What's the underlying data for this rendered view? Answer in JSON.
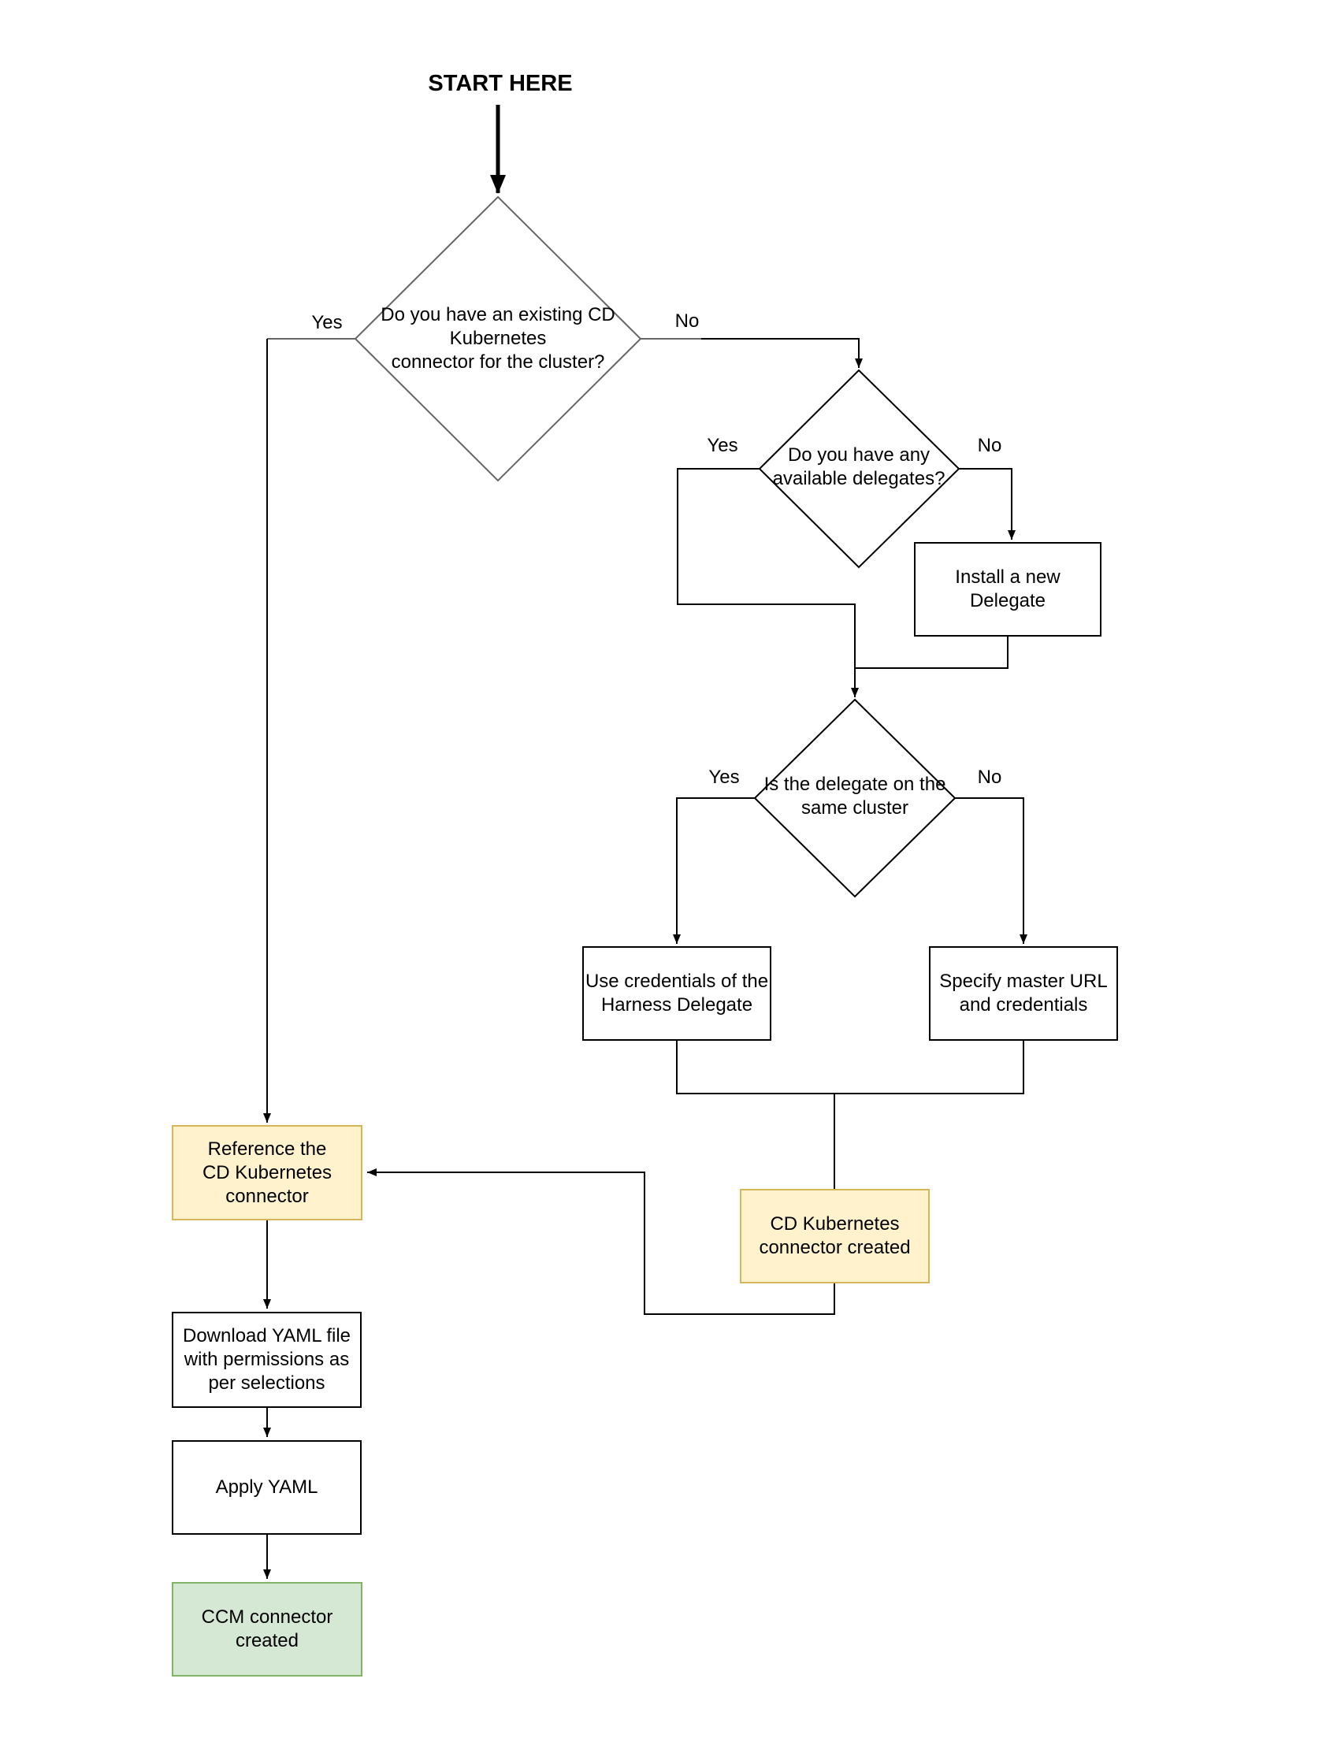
{
  "title": "START HERE",
  "nodes": {
    "q_existing_connector": {
      "label": "Do you have an existing CD\nKubernetes\nconnector for the cluster?"
    },
    "q_available_delegates": {
      "label": "Do you have any\navailable delegates?"
    },
    "q_same_cluster": {
      "label": "Is the delegate on the\nsame cluster"
    },
    "install_delegate": {
      "label": "Install a new\nDelegate"
    },
    "use_credentials": {
      "label": "Use credentials of the\nHarness Delegate"
    },
    "specify_master": {
      "label": "Specify master URL\nand credentials"
    },
    "cd_connector_created": {
      "label": "CD Kubernetes\nconnector created"
    },
    "reference_connector": {
      "label": "Reference the\nCD Kubernetes\nconnector"
    },
    "download_yaml": {
      "label": "Download YAML file\nwith permissions as\nper selections"
    },
    "apply_yaml": {
      "label": "Apply YAML"
    },
    "ccm_created": {
      "label": "CCM connector\ncreated"
    }
  },
  "edge_labels": {
    "existing_yes": "Yes",
    "existing_no": "No",
    "delegates_yes": "Yes",
    "delegates_no": "No",
    "same_cluster_yes": "Yes",
    "same_cluster_no": "No"
  },
  "colors": {
    "line": "#000000",
    "decision1_stroke": "#666666",
    "decision_stroke": "#000000",
    "process_fill": "#ffffff",
    "process_border": "#000000",
    "highlight_fill": "#fff2cc",
    "highlight_border": "#d6b656",
    "success_fill": "#d5e8d4",
    "success_border": "#82b366",
    "text": "#000000"
  }
}
